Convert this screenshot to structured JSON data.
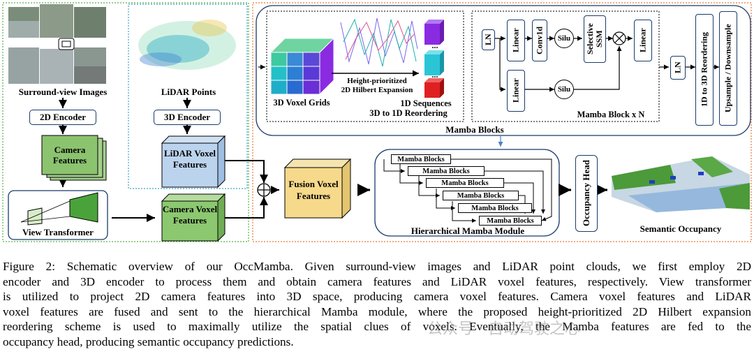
{
  "figure": {
    "left_panel": {
      "surround_view_label": "Surround-view Images",
      "lidar_points_label": "LiDAR Points",
      "encoder_2d": "2D Encoder",
      "encoder_3d": "3D Encoder",
      "camera_features": "Camera Features",
      "lidar_voxel_features": "LiDAR Voxel Features",
      "view_transformer": "View Transformer",
      "camera_voxel_features": "Camera Voxel Features"
    },
    "fusion": {
      "plus_symbol": "⊕",
      "fusion_voxel_features": "Fusion Voxel Features"
    },
    "mamba_blocks_panel": {
      "title": "Mamba Blocks",
      "voxel_grids_label": "3D Voxel Grids",
      "hilbert_label_line1": "Height-prioritized",
      "hilbert_label_line2": "2D Hilbert Expansion",
      "sequences_label": "1D Sequences",
      "reorder_label": "3D to 1D Reordering",
      "ellipsis": "...",
      "block_ops": {
        "ln": "LN",
        "linear_top": "Linear",
        "conv1d": "Conv1d",
        "silu_top": "Silu",
        "selective_ssm": "Selective SSM",
        "multiply": "⊗",
        "linear_out": "Linear",
        "linear_bottom": "Linear",
        "silu_bottom": "Silu"
      },
      "mamba_block_x_n": "Mamba Block x N",
      "ln_after": "LN",
      "reorder_1d_to_3d": "1D to 3D Reordering",
      "up_down_sample": "Upsample / Downsample"
    },
    "hierarchical": {
      "title": "Hierarchical Mamba Module",
      "blocks": [
        "Mamba Blocks",
        "Mamba Blocks",
        "Mamba Blocks",
        "Mamba Blocks",
        "Mamba Blocks",
        "Mamba Blocks"
      ]
    },
    "occupancy_head": "Occupancy Head",
    "semantic_occupancy": "Semantic Occupancy"
  },
  "caption": {
    "lines": [
      "Figure 2: Schematic overview of our OccMamba. Given surround-view images and LiDAR point clouds, we first employ 2D",
      "encoder and 3D encoder to process them and obtain camera features and LiDAR voxel features, respectively. View transformer",
      "is utilized to project 2D camera features into 3D space, producing camera voxel features. Camera voxel features and LiDAR",
      "voxel features are fused and sent to the hierarchical Mamba module, where the proposed height-prioritized 2D Hilbert expansion",
      "reordering scheme is used to maximally utilize the spatial clues of voxels. Eventually, the Mamba features are fed to the",
      "occupancy head, producing semantic occupancy predictions."
    ],
    "watermark": "公众号 · 自动驾驶之心"
  }
}
